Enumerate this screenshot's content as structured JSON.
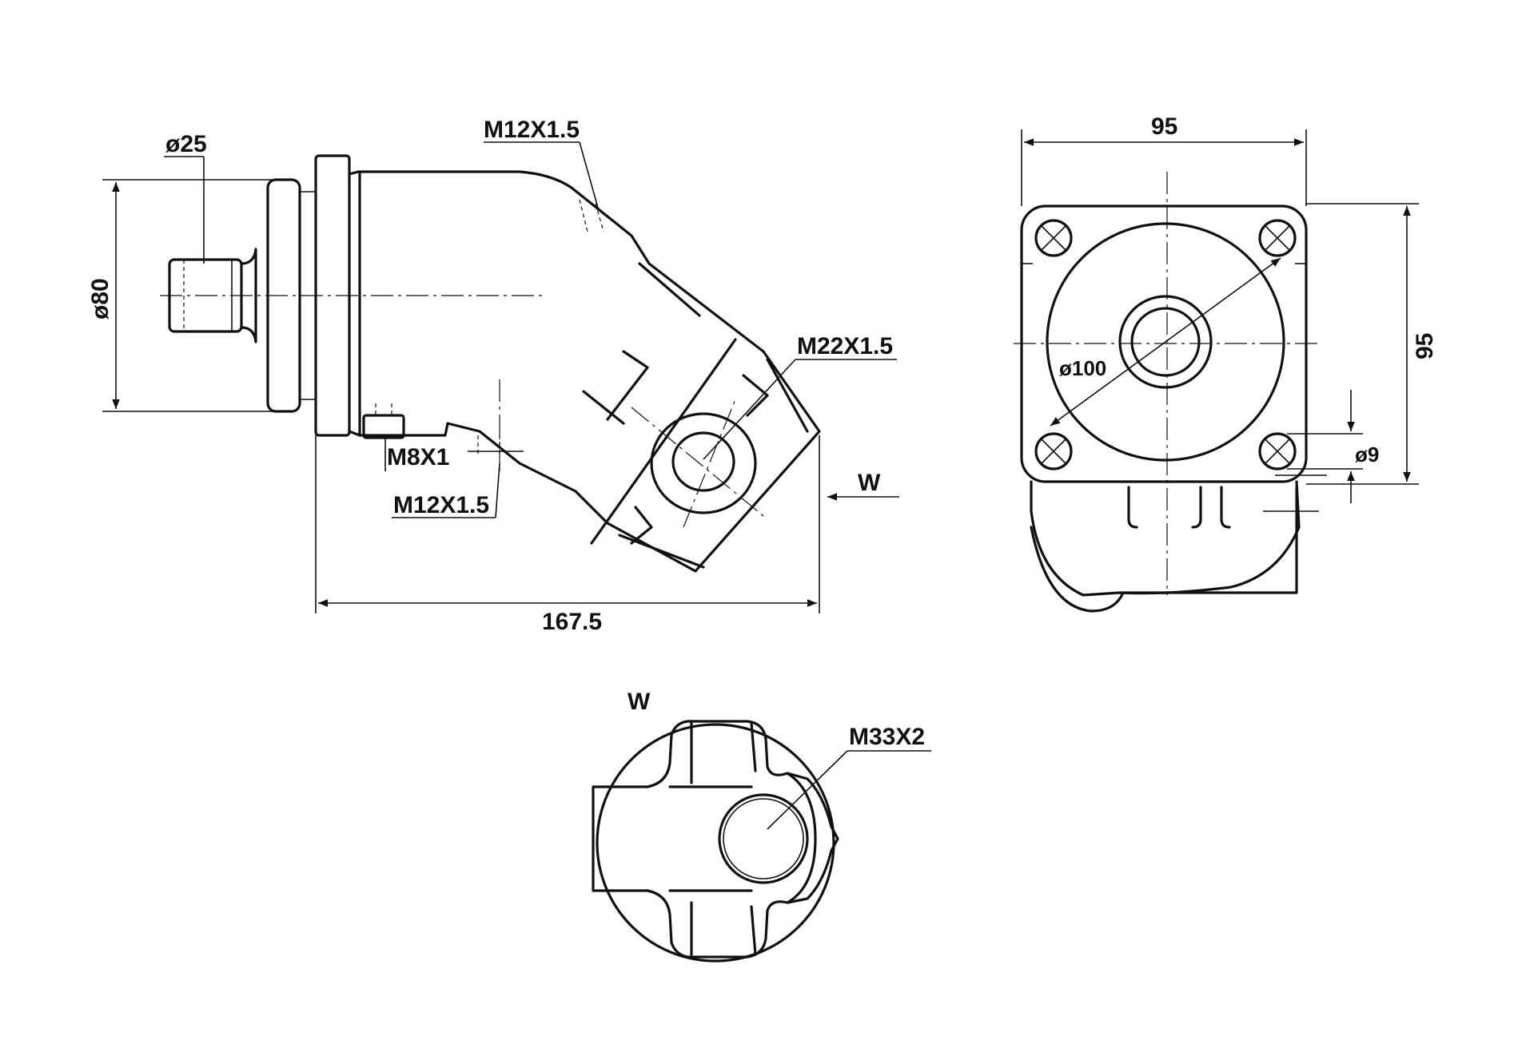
{
  "side_view": {
    "shaft_diameter": "ø25",
    "flange_diameter": "ø80",
    "port_top": "M12X1.5",
    "port_main": "M22X1.5",
    "port_small": "M8X1",
    "port_bottom": "M12X1.5",
    "view_arrow": "W",
    "overall_length": "167.5"
  },
  "front_view": {
    "width": "95",
    "height": "95",
    "bolt_circle": "ø100",
    "hole_diameter": "ø9"
  },
  "view_w": {
    "title": "W",
    "port_thread": "M33X2"
  }
}
